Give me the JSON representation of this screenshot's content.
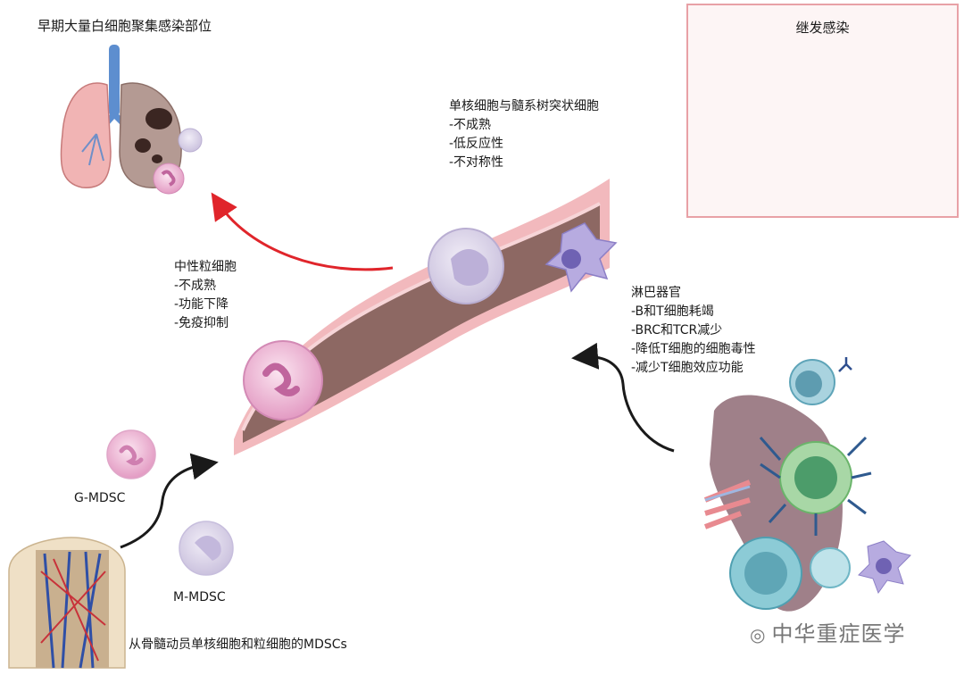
{
  "labels": {
    "lung_title": "早期大量白细胞聚集感染部位",
    "secondary_title": "继发感染",
    "mono_dc_title": "单核细胞与髓系树突状细胞",
    "mono_dc_items": [
      "-不成熟",
      "-低反应性",
      "-不对称性"
    ],
    "neutrophil_title": "中性粒细胞",
    "neutrophil_items": [
      "-不成熟",
      "-功能下降",
      "-免疫抑制"
    ],
    "lymph_title": "淋巴器官",
    "lymph_items": [
      "-B和T细胞耗竭",
      "-BRC和TCR减少",
      "-降低T细胞的细胞毒性",
      "-减少T细胞效应功能"
    ],
    "g_mdsc": "G-MDSC",
    "m_mdsc": "M-MDSC",
    "bone_marrow": "从骨髓动员单核细胞和粒细胞的MDSCs",
    "watermark": "中华重症医学"
  },
  "colors": {
    "arrow_red": "#e0252b",
    "arrow_black": "#1a1a1a",
    "vessel_outer": "#f2b9bd",
    "vessel_inner": "#8d6863",
    "neutrophil": "#e8a0c8",
    "monocyte": "#d6cfe6",
    "t_cell": "#7fc28e",
    "lymph_node": "#8e6a74"
  }
}
